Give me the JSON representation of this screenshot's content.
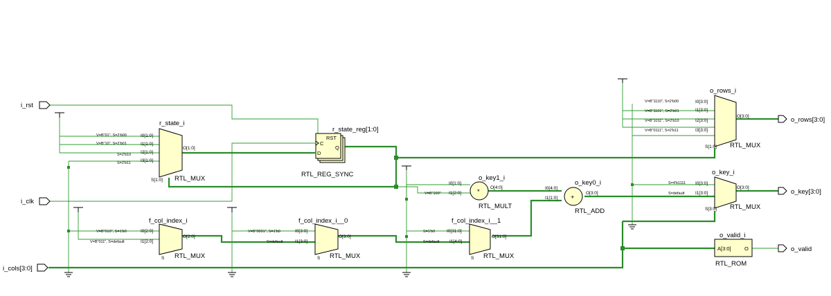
{
  "ports": {
    "i_rst": "i_rst",
    "i_clk": "i_clk",
    "i_cols": "i_cols[3:0]",
    "o_rows": "o_rows[3:0]",
    "o_key": "o_key[3:0]",
    "o_valid": "o_valid"
  },
  "r_state_i": {
    "name": "r_state_i",
    "type": "RTL_MUX",
    "pins": [
      "I0[1:0]",
      "I1[1:0]",
      "I2[1:0]",
      "I3[1:0]",
      "O[1:0]",
      "S[1:0]"
    ],
    "vals": [
      "V=B\"01\", S=2'b00",
      "V=B\"10\", S=2'b01",
      "S=2'b10",
      "S=2'b11"
    ]
  },
  "r_state_reg": {
    "name": "r_state_reg[1:0]",
    "type": "RTL_REG_SYNC",
    "pins": [
      "RST",
      "C",
      "D",
      "Q"
    ]
  },
  "o_key1_i": {
    "name": "o_key1_i",
    "type": "RTL_MULT",
    "symbol": "*",
    "pins": [
      "I0[1:0]",
      "I1[2:0]",
      "O[4:0]"
    ],
    "vals": [
      "V=B\"100\""
    ]
  },
  "o_key0_i": {
    "name": "o_key0_i",
    "type": "RTL_ADD",
    "symbol": "+",
    "pins": [
      "I0[4:0]",
      "I1[1:0]",
      "O[3:0]"
    ]
  },
  "o_rows_i": {
    "name": "o_rows_i",
    "type": "RTL_MUX",
    "pins": [
      "I0[3:0]",
      "I1[3:0]",
      "I2[3:0]",
      "I3[3:0]",
      "O[3:0]",
      "S[1:0]"
    ],
    "vals": [
      "V=B\"1110\", S=2'b00",
      "V=B\"1101\", S=2'b01",
      "V=B\"1011\", S=2'b10",
      "V=B\"0111\", S=2'b11"
    ]
  },
  "o_key_i": {
    "name": "o_key_i",
    "type": "RTL_MUX",
    "pins": [
      "I0[3:0]",
      "I1[3:0]",
      "O[3:0]",
      "S[3:0]"
    ],
    "vals": [
      "S=4'b1111",
      "S=default"
    ]
  },
  "f_col_index_i": {
    "name": "f_col_index_i",
    "type": "RTL_MUX",
    "pins": [
      "I0[2:0]",
      "I1[2:0]",
      "O[2:0]",
      "S"
    ],
    "vals": [
      "V=B\"010\", S=1'b0",
      "V=B\"011\", S=default"
    ]
  },
  "f_col_index_i_0": {
    "name": "f_col_index_i__0",
    "type": "RTL_MUX",
    "pins": [
      "I0[3:0]",
      "I1[3:0]",
      "O[3:0]",
      "S"
    ],
    "vals": [
      "V=B\"0001\", S=1'b0",
      "S=default"
    ]
  },
  "f_col_index_i_1": {
    "name": "f_col_index_i__1",
    "type": "RTL_MUX",
    "pins": [
      "I0[31:0]",
      "I1[4:0]",
      "O[31:0]",
      "S"
    ],
    "vals": [
      "S=1'b0",
      "S=default"
    ]
  },
  "o_valid_i": {
    "name": "o_valid_i",
    "type": "RTL_ROM",
    "pins": [
      "A[3:0]",
      "O"
    ]
  }
}
